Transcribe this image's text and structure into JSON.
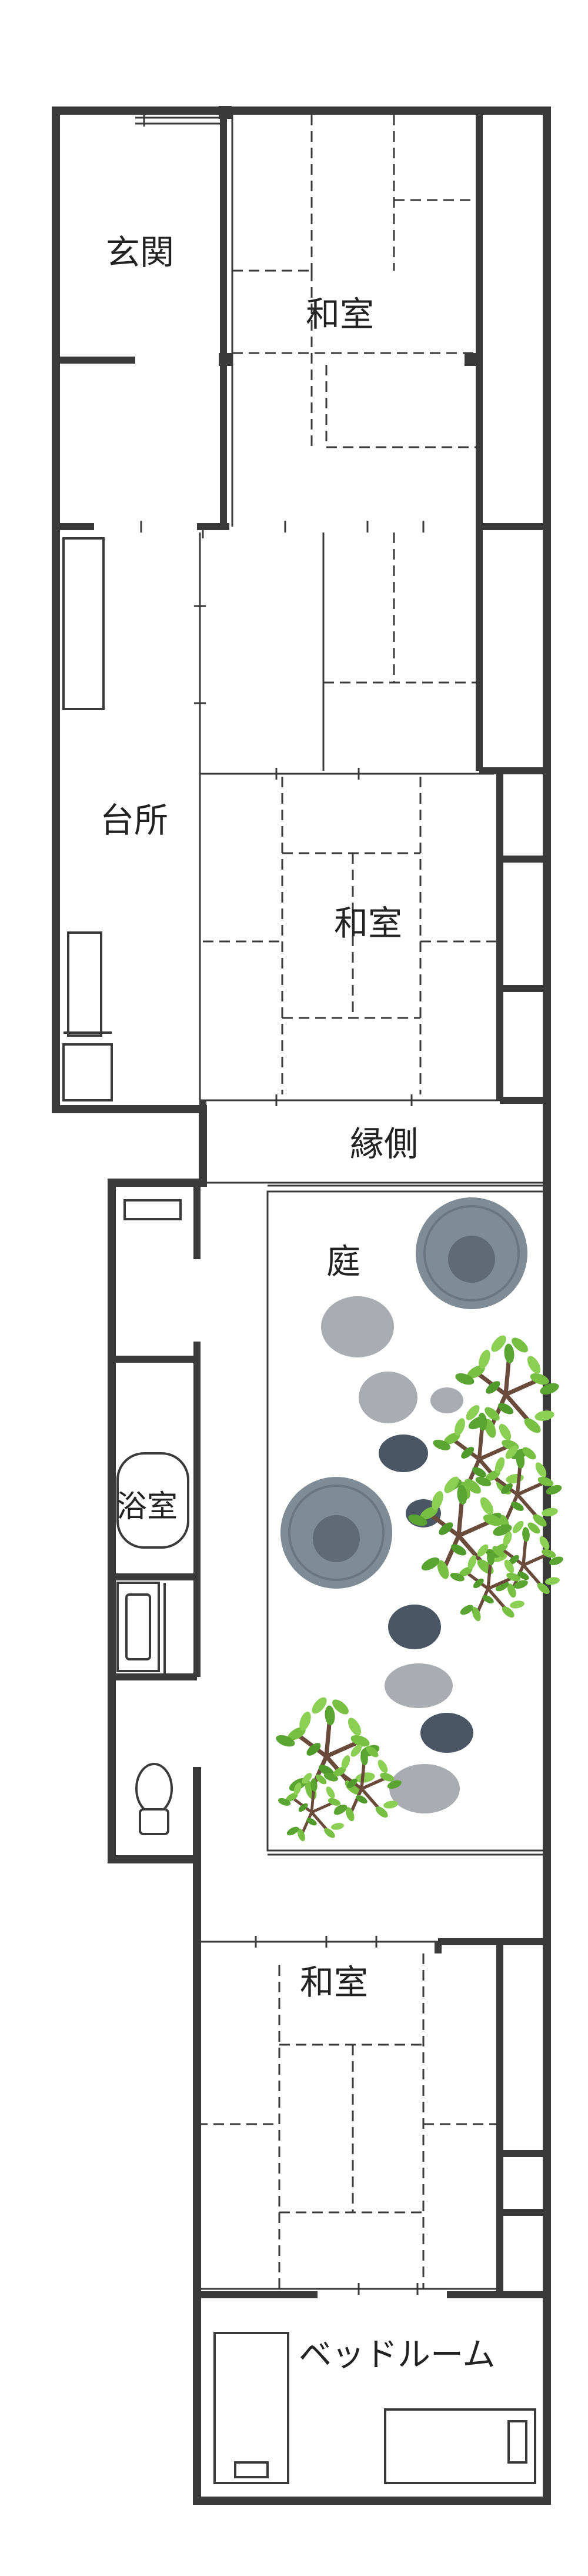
{
  "labels": {
    "genkan": "玄関",
    "washitsu_1": "和室",
    "daidokoro": "台所",
    "washitsu_2": "和室",
    "engawa": "縁側",
    "niwa": "庭",
    "yokushitsu": "浴室",
    "washitsu_3": "和室",
    "bedroom": "ベッドルーム"
  },
  "icons": [
    "stove-icon",
    "sink-icon",
    "refrigerator-icon",
    "washbasin-icon",
    "bathtub-icon",
    "washing-machine-icon",
    "toilet-icon",
    "bed-icon",
    "desk-icon",
    "stepping-stone-icon",
    "round-stone-icon",
    "tree-icon"
  ],
  "colors": {
    "wall": "#3a3a3a",
    "stone_light": "#a9adb1",
    "stone_dark": "#4a5663",
    "round_stone": "#7f8b95",
    "leaf": "#78c043",
    "leaf_dark": "#4f9a2a",
    "branch": "#6a4a3a"
  }
}
